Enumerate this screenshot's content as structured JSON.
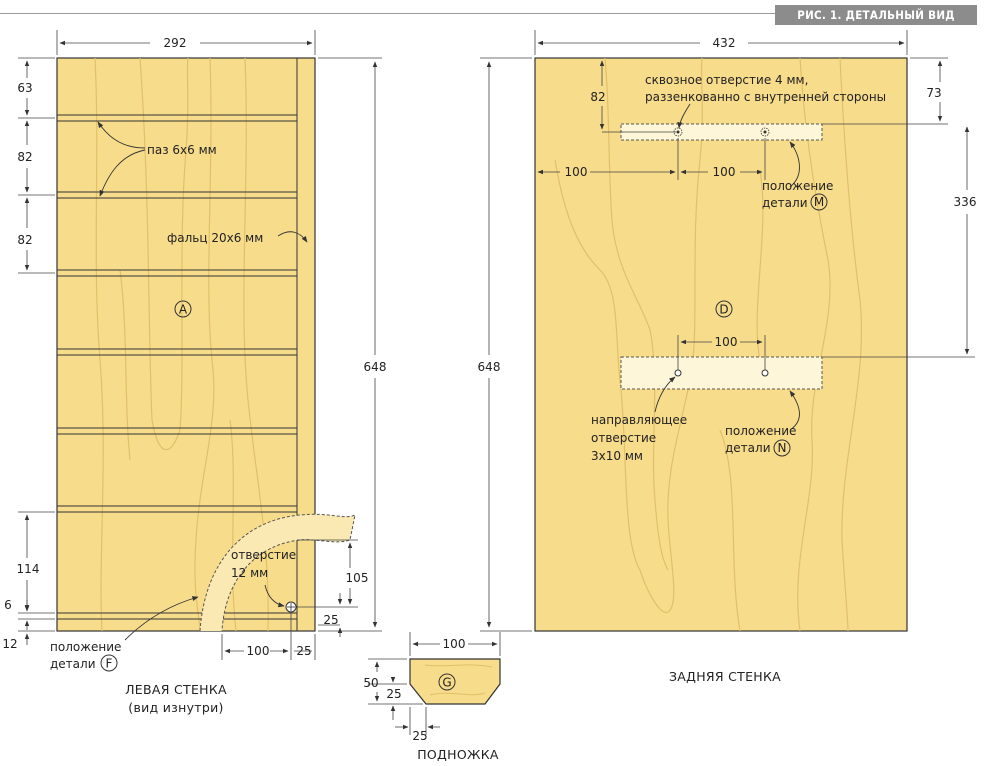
{
  "header": {
    "figure_title": "РИС. 1. ДЕТАЛЬНЫЙ ВИД"
  },
  "colors": {
    "wood": "#f7dc8c",
    "grain": "#e2c06a",
    "line": "#333333",
    "dim_line": "#444444",
    "header_bg": "#8c8c8c"
  },
  "left_wall": {
    "caption": "ЛЕВАЯ СТЕНКА",
    "subcaption": "(вид изнутри)",
    "part_letter": "A",
    "dims": {
      "width": "292",
      "height": "648",
      "top": "63",
      "gap1": "82",
      "gap2": "82",
      "lower": "114",
      "groove": "6",
      "bottom": "12",
      "hole_rise": "105",
      "hole_from_edge": "25",
      "hole_from_bottom": "25",
      "hole_dist": "100"
    },
    "labels": {
      "groove": "паз 6х6 мм",
      "rabbet": "фальц 20х6 мм",
      "hole_line1": "отверстие",
      "hole_line2": "12 мм",
      "position_line1": "положение",
      "position_line2": "детали",
      "position_part": "F"
    }
  },
  "back_wall": {
    "caption": "ЗАДНЯЯ СТЕНКА",
    "part_letter": "D",
    "dims": {
      "width": "432",
      "height": "648",
      "top_left": "82",
      "top_right": "73",
      "offset_left": "100",
      "hole_spacing_top": "100",
      "hole_spacing_bottom": "100",
      "right_span": "336"
    },
    "labels": {
      "through_hole_line1": "сквозное отверстие 4 мм,",
      "through_hole_line2": "раззенкованно с внутренней стороны",
      "pos_m_line1": "положение",
      "pos_m_line2": "детали",
      "pos_m_part": "M",
      "guide_line1": "направляющее",
      "guide_line2": "отверстие",
      "guide_line3": "3х10 мм",
      "pos_n_line1": "положение",
      "pos_n_line2": "детали",
      "pos_n_part": "N"
    }
  },
  "footstool": {
    "caption": "ПОДНОЖКА",
    "part_letter": "G",
    "dims": {
      "width": "100",
      "height": "50",
      "mid": "25",
      "bottom": "25"
    }
  }
}
